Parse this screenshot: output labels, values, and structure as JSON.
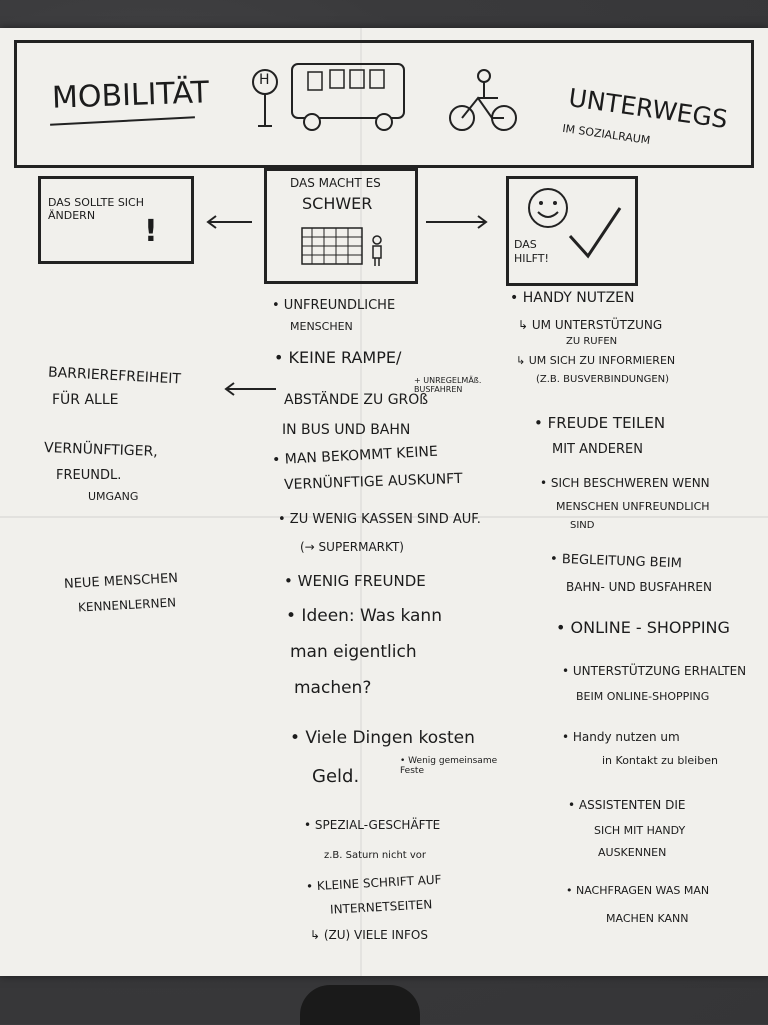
{
  "header": {
    "title": "MOBILITÄT",
    "subtitle": "UNTERWEGS",
    "subtitle_small": "IM SOZIALRAUM",
    "bus_stop_sign": "H"
  },
  "box_left": {
    "text": "DAS SOLLTE SICH ÄNDERN",
    "mark": "!"
  },
  "box_center": {
    "text_line1": "DAS MACHT ES",
    "text_line2": "SCHWER"
  },
  "box_right": {
    "text": "DAS HILFT!"
  },
  "left_column": [
    "BARRIEREFREIHEIT",
    "FÜR ALLE",
    "VERNÜNFTIGER,",
    "FREUNDL.",
    "UMGANG",
    "NEUE MENSCHEN",
    "KENNENLERNEN"
  ],
  "center_column": [
    "• UNFREUNDLICHE",
    "MENSCHEN",
    "• KEINE RAMPE/",
    "ABSTÄNDE ZU GROß",
    "+ UNREGELMÄß. BUSFAHREN",
    "IN BUS UND BAHN",
    "• MAN BEKOMMT KEINE",
    "VERNÜNFTIGE AUSKUNFT",
    "• ZU WENIG KASSEN SIND AUF.",
    "(→ SUPERMARKT)",
    "• WENIG FREUNDE",
    "• Ideen: Was kann",
    "man eigentlich",
    "machen?",
    "• Viele Dingen kosten",
    "Geld.",
    "• Wenig gemeinsame Feste",
    "• SPEZIAL-GESCHÄFTE",
    "z.B. Saturn nicht vor",
    "• KLEINE SCHRIFT AUF",
    "INTERNETSEITEN",
    "↳ (ZU) VIELE INFOS"
  ],
  "right_column": [
    "• HANDY NUTZEN",
    "↳ UM UNTERSTÜTZUNG",
    "ZU RUFEN",
    "↳ UM SICH ZU INFORMIEREN",
    "(Z.B. BUSVERBINDUNGEN)",
    "• FREUDE TEILEN",
    "MIT ANDEREN",
    "• SICH BESCHWEREN WENN",
    "MENSCHEN UNFREUNDLICH",
    "SIND",
    "• BEGLEITUNG BEIM",
    "BAHN- UND BUSFAHREN",
    "• ONLINE - SHOPPING",
    "• UNTERSTÜTZUNG ERHALTEN",
    "BEIM ONLINE-SHOPPING",
    "• Handy nutzen um",
    "in Kontakt zu bleiben",
    "• ASSISTENTEN DIE",
    "SICH MIT HANDY",
    "AUSKENNEN",
    "• NACHFRAGEN WAS MAN",
    "MACHEN KANN"
  ]
}
